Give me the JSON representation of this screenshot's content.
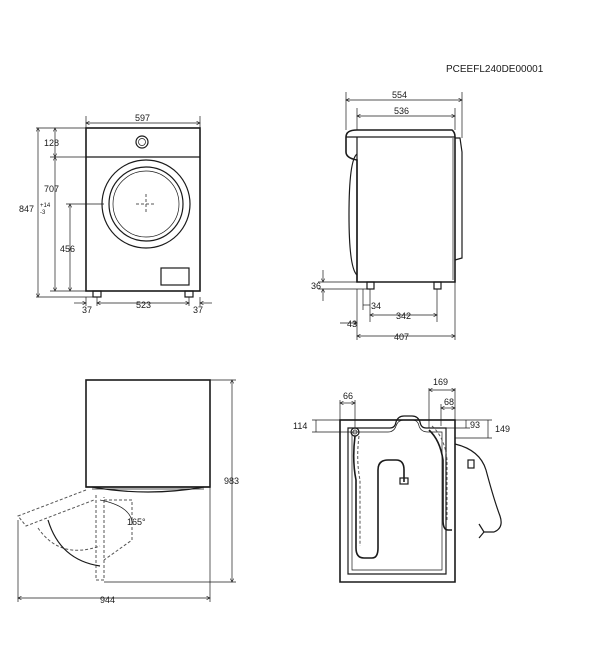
{
  "code": "PCEEFL240DE00001",
  "front": {
    "width": "597",
    "top": "128",
    "height_body": "707",
    "height_total": "847",
    "adjust": "+14",
    "adjust_b": "-3",
    "door_center": "456",
    "foot_left": "37",
    "foot_span": "523",
    "foot_right": "37"
  },
  "side": {
    "depth_total": "554",
    "depth_body": "536",
    "foot_height": "36",
    "foot_offset": "34",
    "foot_span": "342",
    "rear_offset": "43",
    "depth_base": "407"
  },
  "door": {
    "height": "983",
    "angle": "165°",
    "depth_open": "944"
  },
  "rear": {
    "inlet_x": "66",
    "drain_x": "169",
    "drain_x2": "68",
    "inlet_y": "114",
    "drain_y": "93",
    "drain_y2": "149"
  }
}
